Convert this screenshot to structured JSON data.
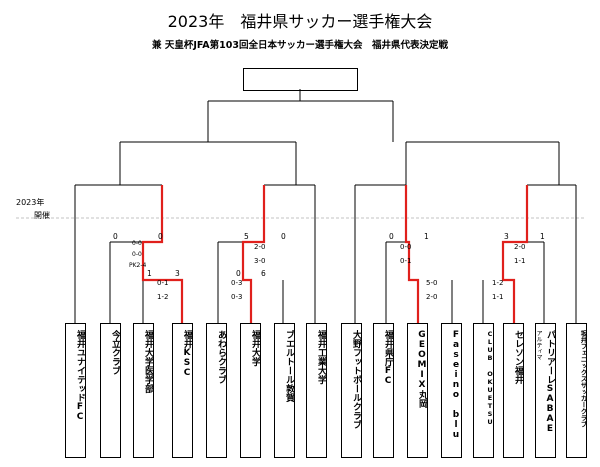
{
  "title": "2023年　福井県サッカー選手権大会",
  "subtitle": "兼 天皇杯JFA第103回全日本サッカー選手権大会　福井県代表決定戦",
  "notes": {
    "year": "2023年",
    "held": "開催"
  },
  "colors": {
    "win_line": "#e0201c",
    "line": "#000000",
    "dash": "#b0b0b0"
  },
  "teams": [
    {
      "name": "福井ユナイテッドFC"
    },
    {
      "name": "今立クラブ"
    },
    {
      "name": "福井大学医学部"
    },
    {
      "name": "福井KSC"
    },
    {
      "name": "あわらクラブ"
    },
    {
      "name": "福井大学"
    },
    {
      "name": "ブエルトール敦賀"
    },
    {
      "name": "福井工業大学"
    },
    {
      "name": "大野フットボールクラブ"
    },
    {
      "name": "福井県庁FC"
    },
    {
      "name": "GEOMIX丸岡"
    },
    {
      "name": "Faseino blu"
    },
    {
      "name": "CLUB OKUETSU"
    },
    {
      "name": "セレソン福井"
    },
    {
      "name": "パトリアーレSABAE",
      "sub": "アルティマ"
    },
    {
      "name": "坂井フェニックスサッカークラブ"
    }
  ],
  "scores": {
    "r1_34": {
      "left": "1",
      "right": "3",
      "half1": "0-1",
      "half2": "1-2"
    },
    "r1_56": {
      "left": "0",
      "right": "6",
      "half1": "0-3",
      "half2": "0-3"
    },
    "r1_1112": {
      "left": "5-0",
      "right": "2-0"
    },
    "r1_1314": {
      "left": "1-2",
      "right": "1-1"
    },
    "r2_a": {
      "left": "0",
      "right": "0",
      "half1": "0-0",
      "half2": "0-0",
      "pk": "PK2-4"
    },
    "r2_b": {
      "left": "5",
      "right": "0",
      "half1": "2-0",
      "half2": "3-0"
    },
    "r2_c": {
      "left": "0",
      "right": "1",
      "half1": "0-0",
      "half2": "0-1"
    },
    "r2_d": {
      "left": "3",
      "right": "1",
      "half1": "2-0",
      "half2": "1-1"
    }
  }
}
